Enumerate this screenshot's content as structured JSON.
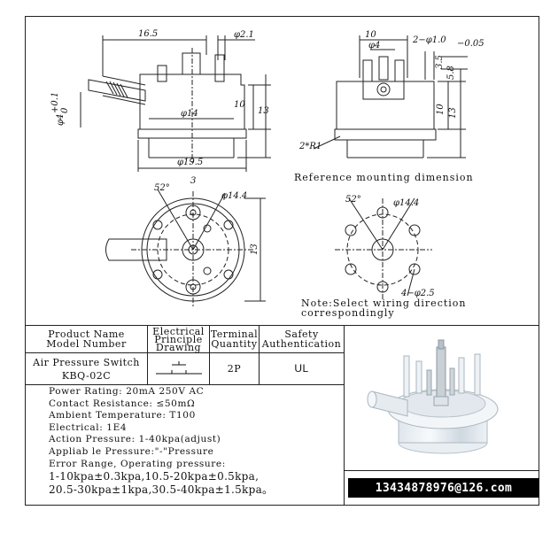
{
  "drawing": {
    "top_left_dims": {
      "width_top": "16.5",
      "pin_dia": "φ2.1",
      "body_dia": "φ14",
      "height_1": "10",
      "height_2": "13",
      "tube": "φ4",
      "tube_tol_plus": "+0.1",
      "tube_tol_zero": "0",
      "outer_dia": "φ19.5"
    },
    "top_right_dims": {
      "width": "10",
      "hole_dia": "φ4",
      "pin_spec": "2−φ1.0",
      "pin_tol": "−0.05",
      "dim_3_5": "3.5",
      "dim_5_8": "5.8",
      "height_1": "10",
      "height_2": "13",
      "radius": "2*R1"
    },
    "bottom_left_dims": {
      "angle": "52°",
      "offset": "3",
      "pcd": "φ14.4",
      "height": "13"
    },
    "bottom_right_dims": {
      "angle": "52°",
      "pcd": "φ14.4",
      "holes": "4−φ2.5"
    },
    "reference_caption": "Reference mounting dimension",
    "note_line1": "Note:Select wiring direction",
    "note_line2": "correspondingly"
  },
  "table": {
    "headers": {
      "product_l1": "Product Name",
      "product_l2": "Model Number",
      "principle_l1": "Electrical",
      "principle_l2": "Principle",
      "principle_l3": "Drawing",
      "terminal_l1": "Terminal",
      "terminal_l2": "Quantity",
      "safety_l1": "Safety",
      "safety_l2": "Authentication"
    },
    "product_name": "Air Pressure Switch",
    "model_number": "KBQ-02C",
    "terminal_quantity": "2P",
    "safety": "UL"
  },
  "specs": {
    "power": "Power Rating: 20mA 250V AC",
    "contact": "Contact Resistance: ≤50mΩ",
    "ambient": "Ambient Temperature: T100",
    "electrical": "Electrical: 1E4",
    "action": "Action Pressure: 1-40kpa(adjust)",
    "applicable": "Appliab le Pressure:\"-\"Pressure",
    "error_title": "Error Range, Operating pressure:",
    "error_line1": "1-10kpa±0.3kpa,10.5-20kpa±0.5kpa,",
    "error_line2": "20.5-30kpa±1kpa,30.5-40kpa±1.5kpa。"
  },
  "contact_email": "13434878976@126.com"
}
